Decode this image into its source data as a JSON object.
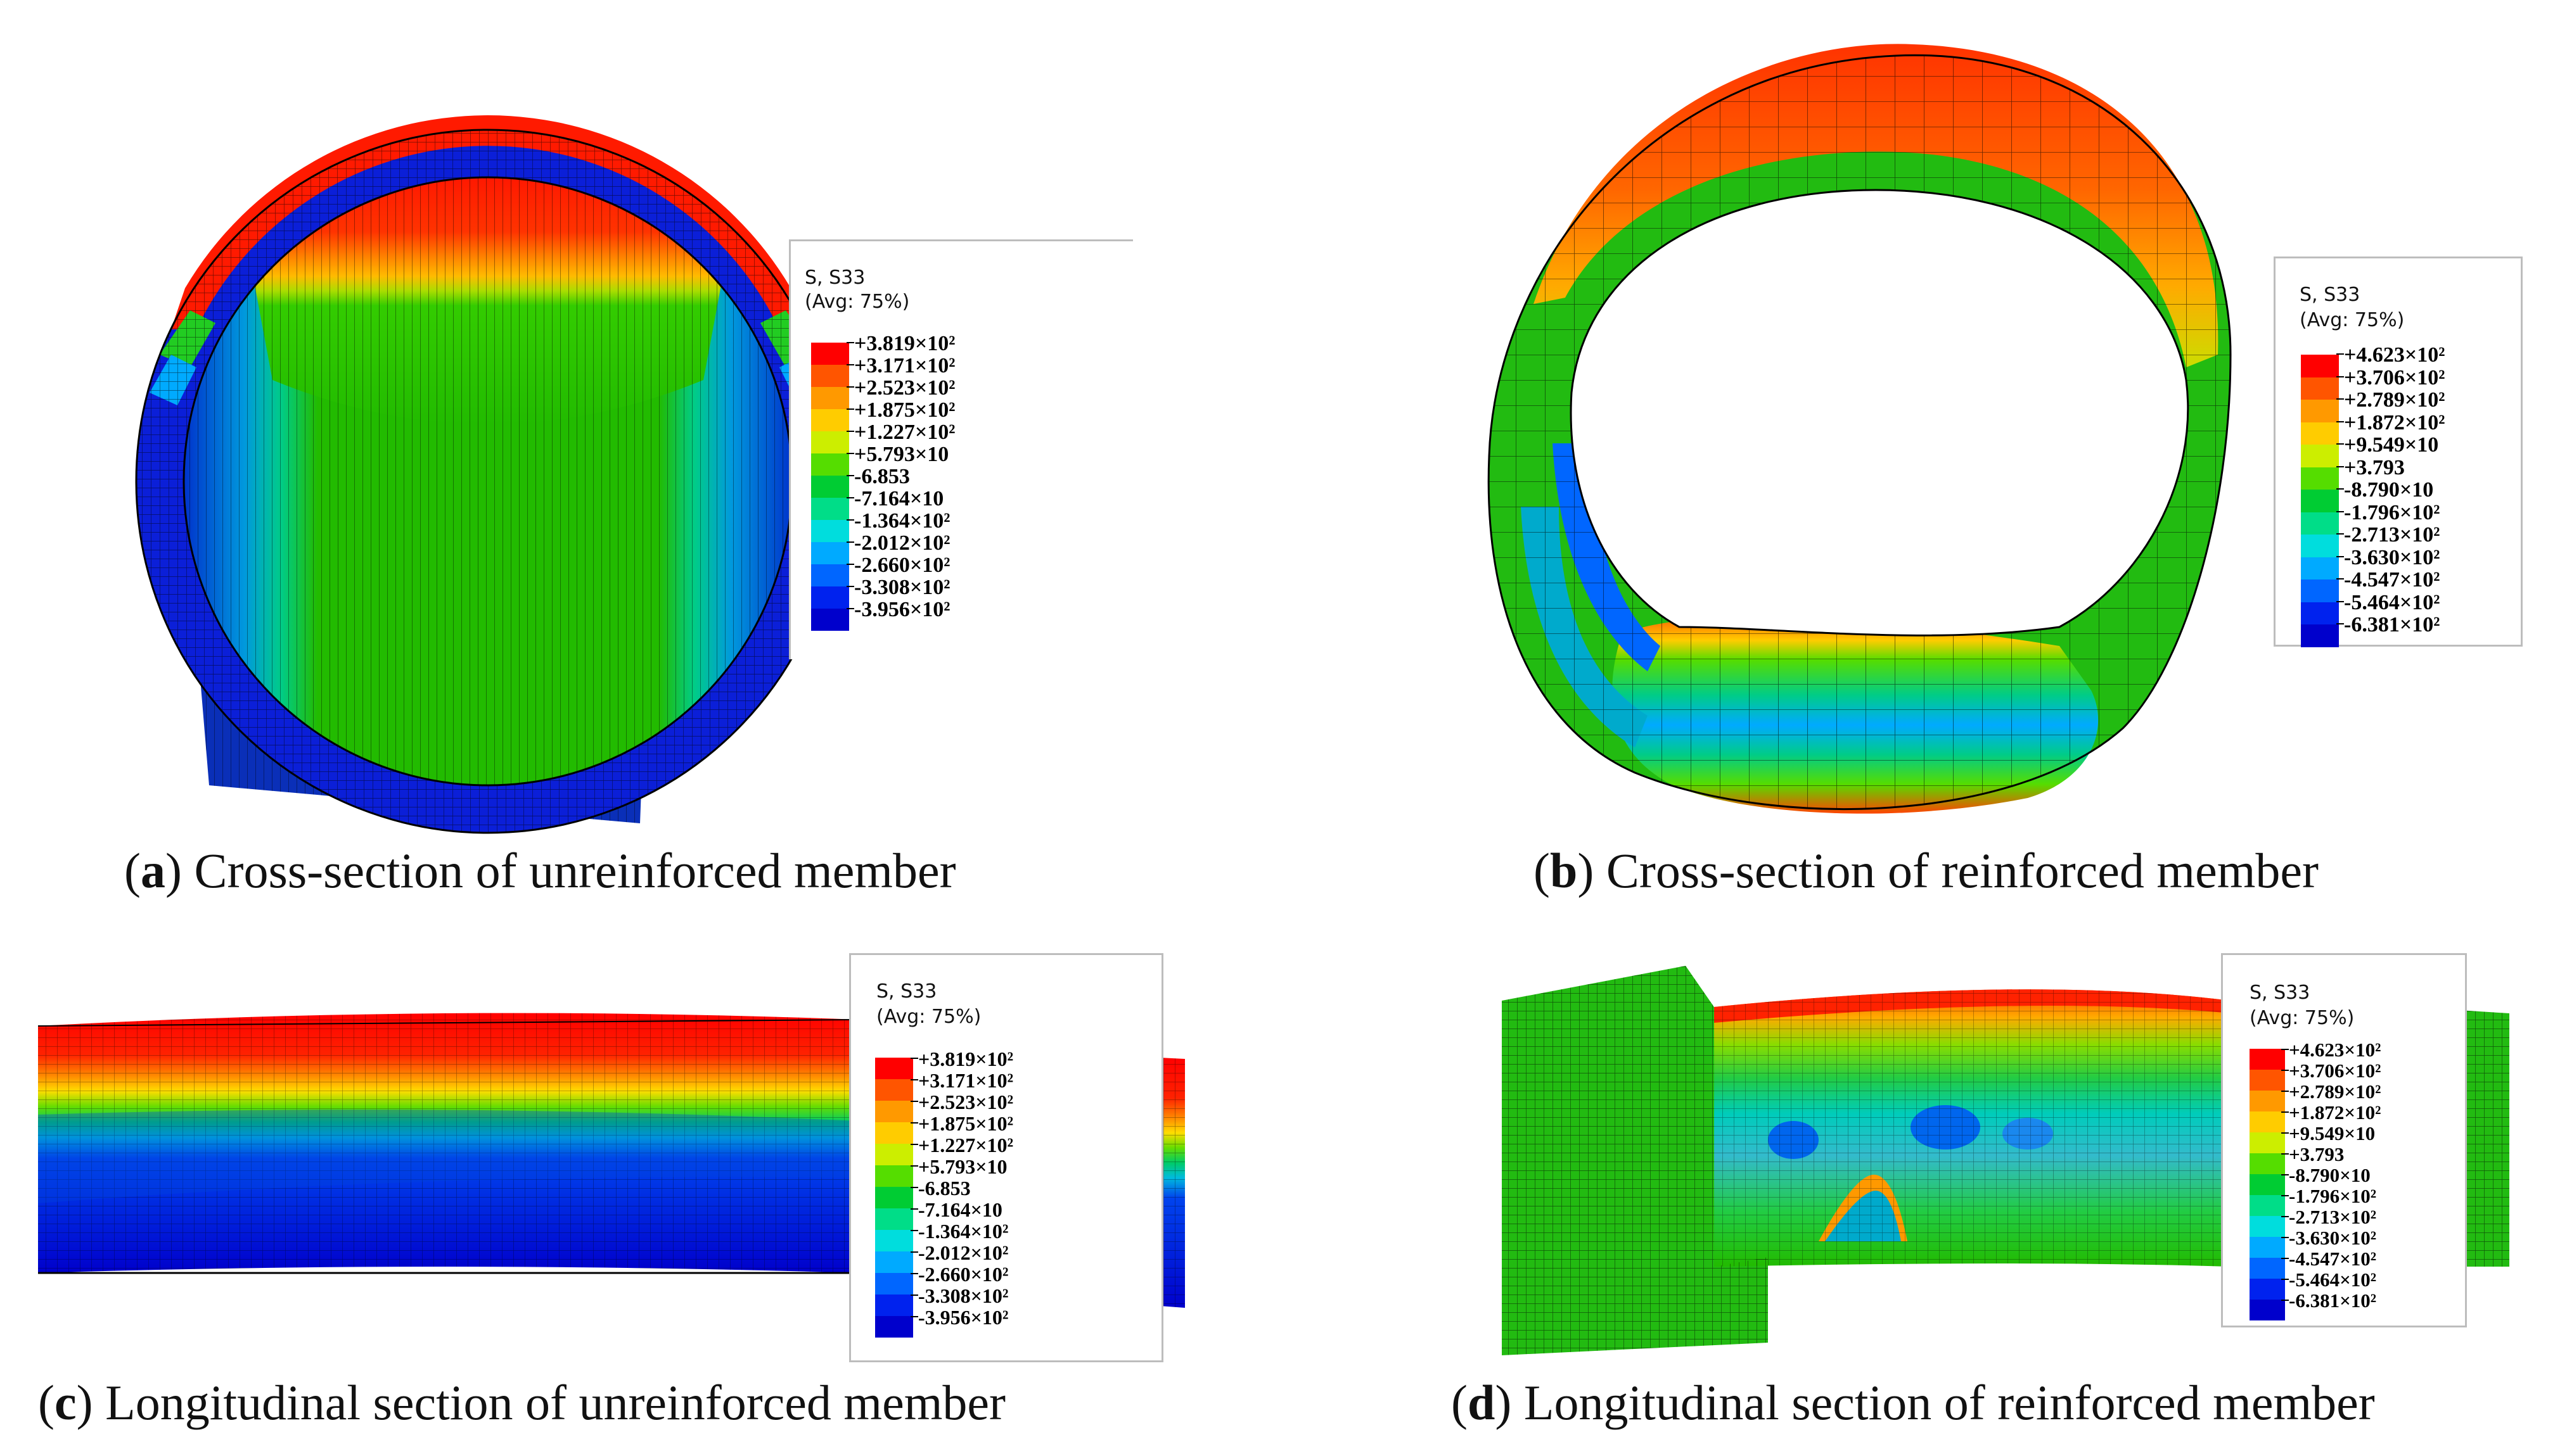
{
  "legend_scale_a": {
    "title": "S, S33",
    "subtitle": "(Avg: 75%)",
    "labels": [
      "+3.819×10²",
      "+3.171×10²",
      "+2.523×10²",
      "+1.875×10²",
      "+1.227×10²",
      "+5.793×10",
      "-6.853",
      "-7.164×10",
      "-1.364×10²",
      "-2.012×10²",
      "-2.660×10²",
      "-3.308×10²",
      "-3.956×10²"
    ]
  },
  "legend_scale_b": {
    "title": "S, S33",
    "subtitle": "(Avg: 75%)",
    "labels": [
      "+4.623×10²",
      "+3.706×10²",
      "+2.789×10²",
      "+1.872×10²",
      "+9.549×10",
      "+3.793",
      "-8.790×10",
      "-1.796×10²",
      "-2.713×10²",
      "-3.630×10²",
      "-4.547×10²",
      "-5.464×10²",
      "-6.381×10²"
    ]
  },
  "legend_colors": [
    "#ff0000",
    "#ff5500",
    "#ff9900",
    "#ffcc00",
    "#ccee00",
    "#55dd00",
    "#00cc33",
    "#00dd88",
    "#00dddd",
    "#00aaff",
    "#0066ff",
    "#0022ee",
    "#0000cc"
  ],
  "panels": {
    "a": {
      "letter": "a",
      "caption": "Cross-section of unreinforced member"
    },
    "b": {
      "letter": "b",
      "caption": "Cross-section of reinforced member"
    },
    "c": {
      "letter": "c",
      "caption": "Longitudinal section of unreinforced member"
    },
    "d": {
      "letter": "d",
      "caption": "Longitudinal section of reinforced member"
    }
  }
}
